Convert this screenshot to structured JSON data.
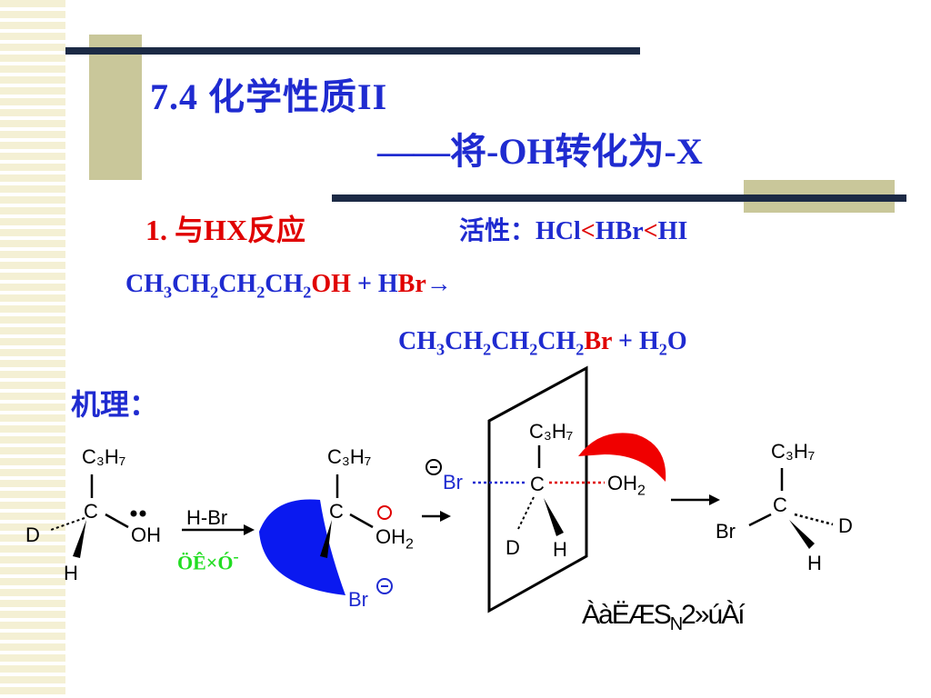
{
  "title": {
    "line1": "7.4  化学性质II",
    "line2": "——将-OH转化为-X"
  },
  "section": {
    "heading": "1. 与HX反应",
    "activity_label": "活性：HCl",
    "activity_rest1": "HBr",
    "activity_rest2": "HI",
    "lt": "<"
  },
  "equation": {
    "reactant_ch3": "CH",
    "reactant_oh": "OH",
    "plus_h": " + H",
    "br": "Br",
    "arrow": "→",
    "product_plus": " + H",
    "product_o": "O"
  },
  "mechanism": {
    "label": "机理：",
    "s1": {
      "c3h7": "C₃H₇",
      "c": "C",
      "d": "D",
      "oh": "OH",
      "h": "H"
    },
    "reagent": "H-Br",
    "garbled_green": "ÖÊ×Ó",
    "green_charge": "-",
    "s2": {
      "c3h7": "C₃H₇",
      "c": "C",
      "oh2": "OH",
      "br": "Br",
      "minus": "⊖"
    },
    "ts": {
      "br": "Br",
      "c3h7": "C₃H₇",
      "c": "C",
      "oh2": "OH",
      "d": "D",
      "h": "H"
    },
    "product": {
      "c3h7": "C₃H₇",
      "c": "C",
      "br": "Br",
      "d": "D",
      "h": "H"
    },
    "caption": "ÀàËÆS",
    "caption_sub": "N",
    "caption_rest": "2»úÀí"
  },
  "colors": {
    "blue": "#1f2bd0",
    "red": "#e00000",
    "green": "#22dd22",
    "stripe": "#f4f0d4",
    "olive": "#c9c79a",
    "navy": "#1c2a45"
  }
}
